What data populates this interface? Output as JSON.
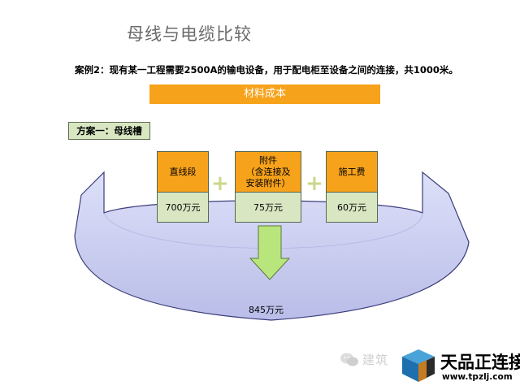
{
  "title": "母线与电缆比较",
  "case_text": "案例2：现有某一工程需要2500A的输电设备，用于配电柜至设备之间的连接，共1000米。",
  "cost_header": "材料成本",
  "plan_label": "方案一：母线槽",
  "items": [
    {
      "name_lines": [
        "直线段"
      ],
      "value": "700万元"
    },
    {
      "name_lines": [
        "附件",
        "（含连接及",
        "安装附件）"
      ],
      "value": "75万元"
    },
    {
      "name_lines": [
        "施工费"
      ],
      "value": "60万元"
    }
  ],
  "operator": "+",
  "total": "845万元",
  "watermark": {
    "icon": "wechat-icon",
    "text": "建筑"
  },
  "brand": {
    "name": "天品正连接",
    "url": "www.tpzlj.com",
    "logo_icon": "cube-logo-icon"
  },
  "colors": {
    "orange": "#f7a21b",
    "light_green": "#d8e6c2",
    "arrow_fill": "#c9cdf0",
    "arrow_stroke": "#3c3d7a",
    "down_arrow": "#b9e57d",
    "plus": "#c9d88a"
  }
}
